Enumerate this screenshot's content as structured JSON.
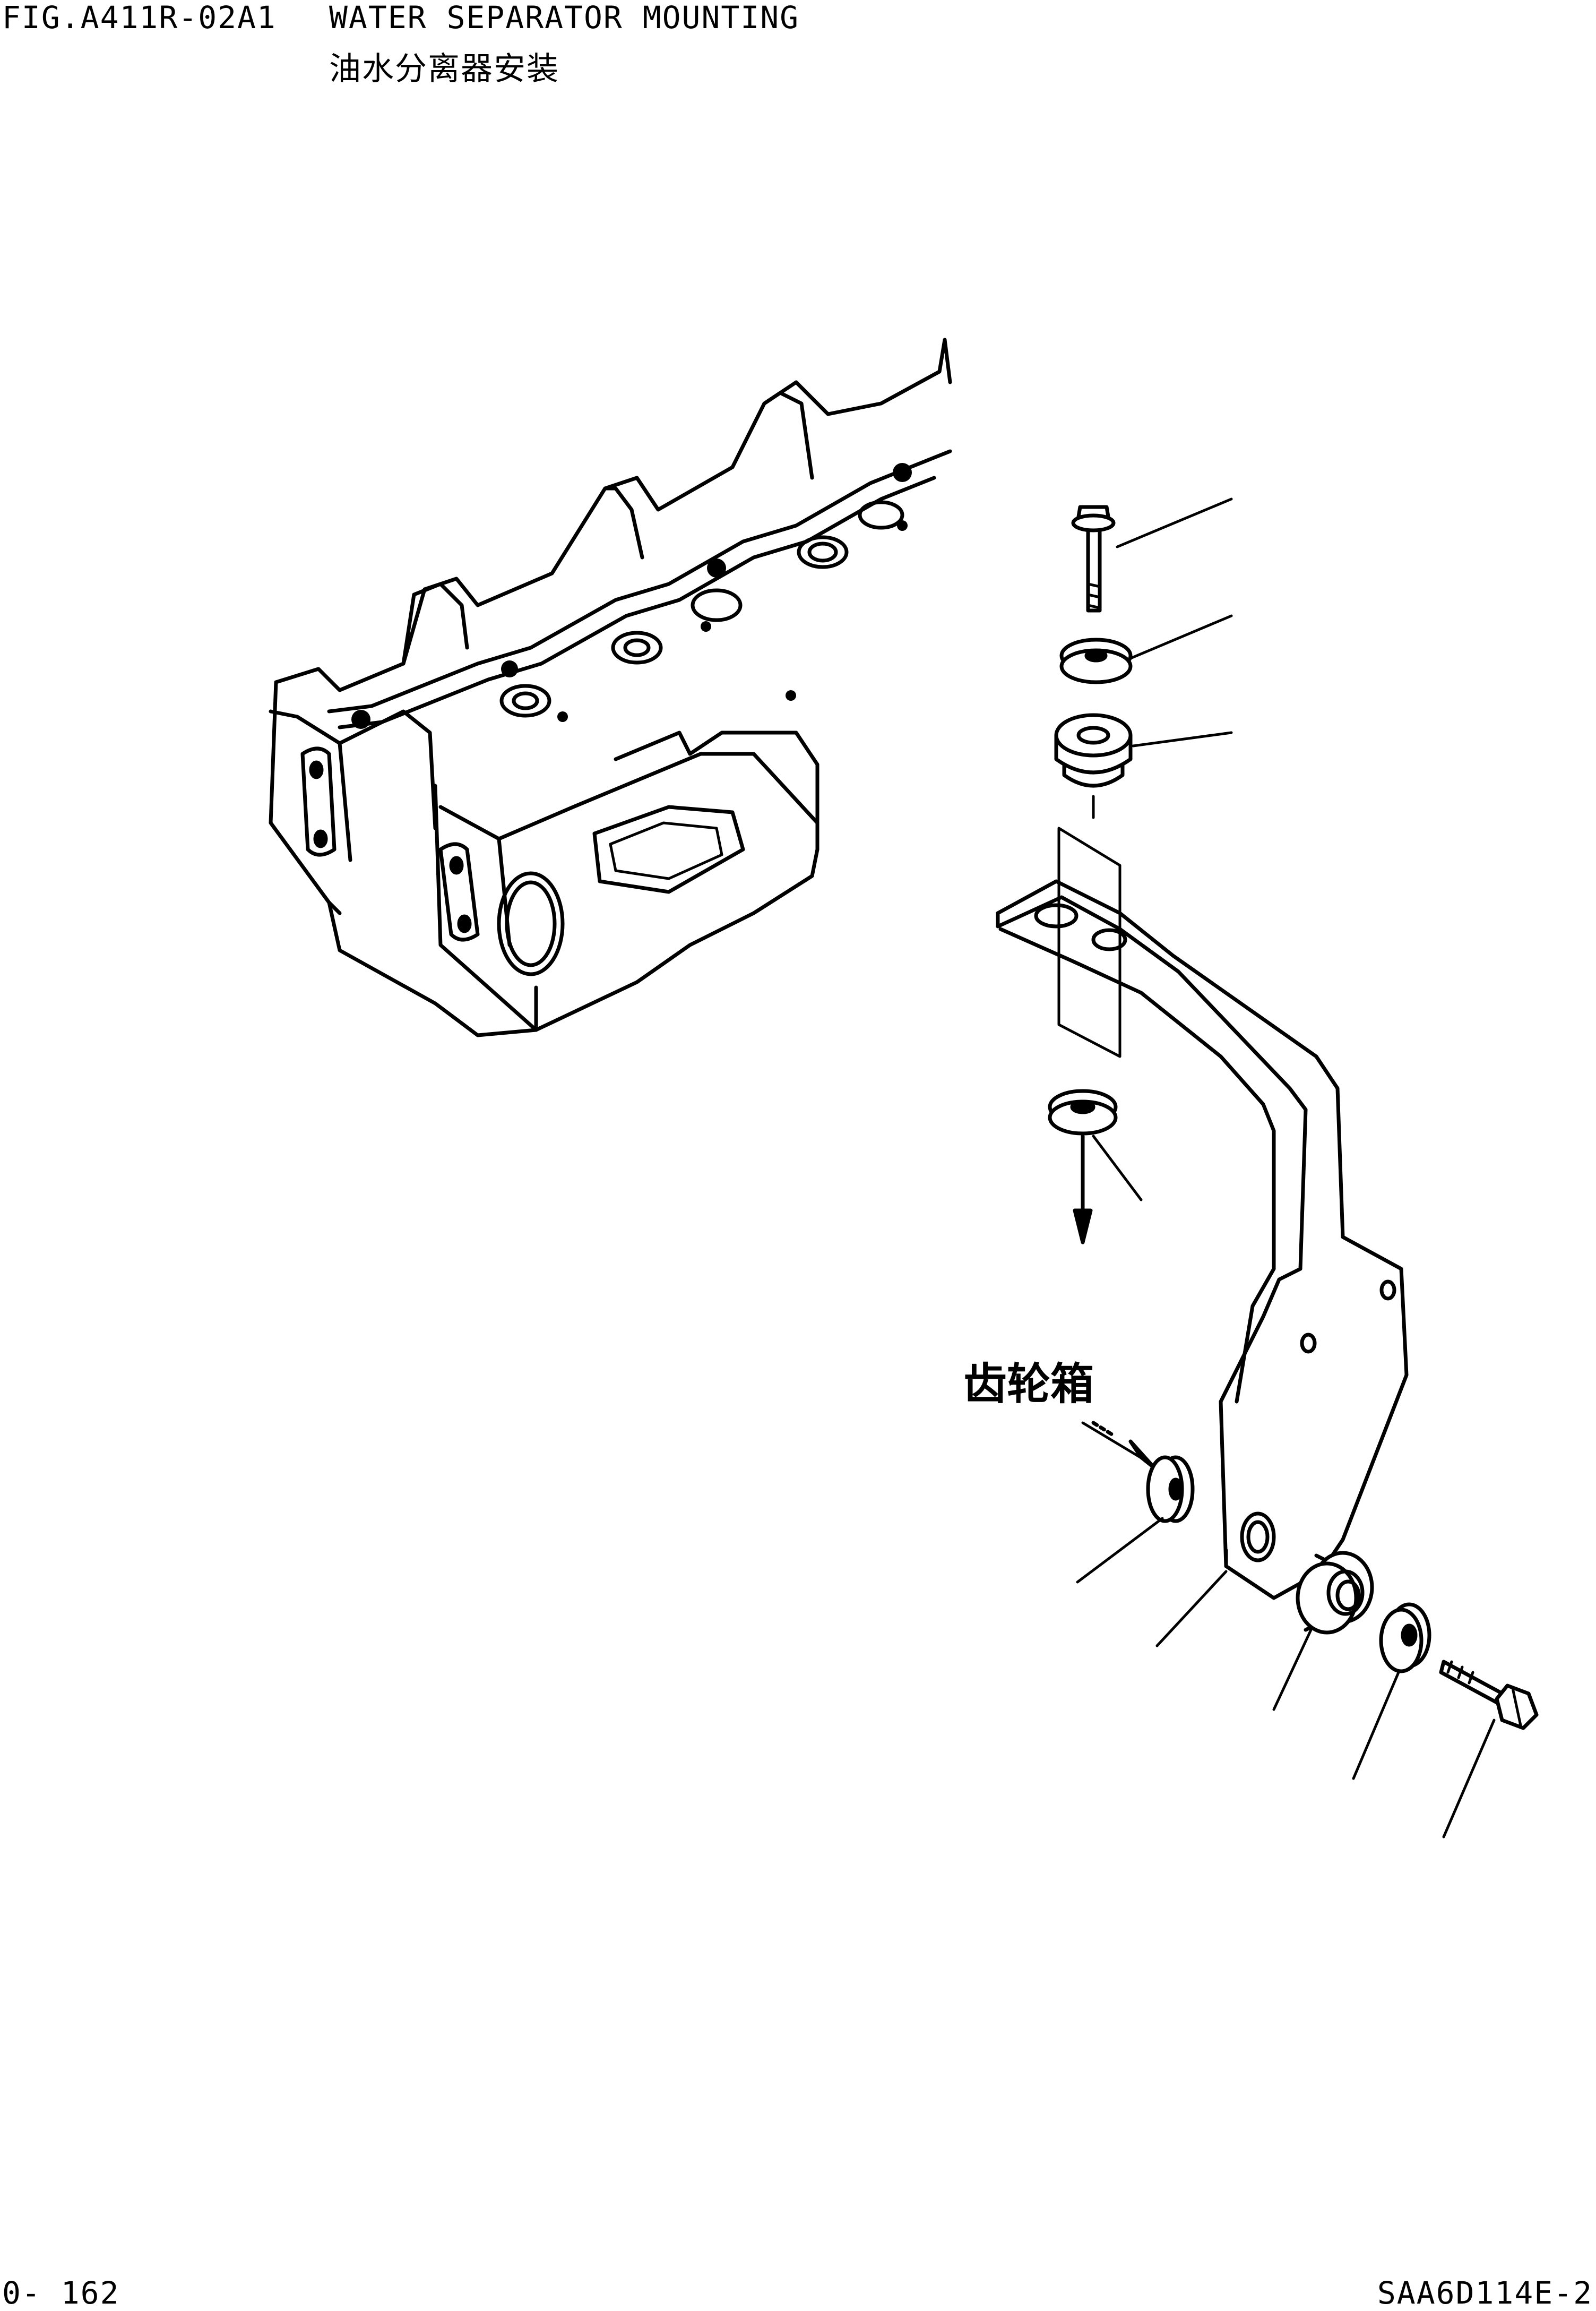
{
  "header": {
    "figure_number": "FIG.A411R-02A1",
    "title_en": "WATER SEPARATOR MOUNTING",
    "title_cn": "油水分离器安装"
  },
  "callouts": {
    "gearbox_label": "齿轮箱"
  },
  "footer": {
    "page_number": "0- 162",
    "model_code": "SAA6D114E-2"
  }
}
